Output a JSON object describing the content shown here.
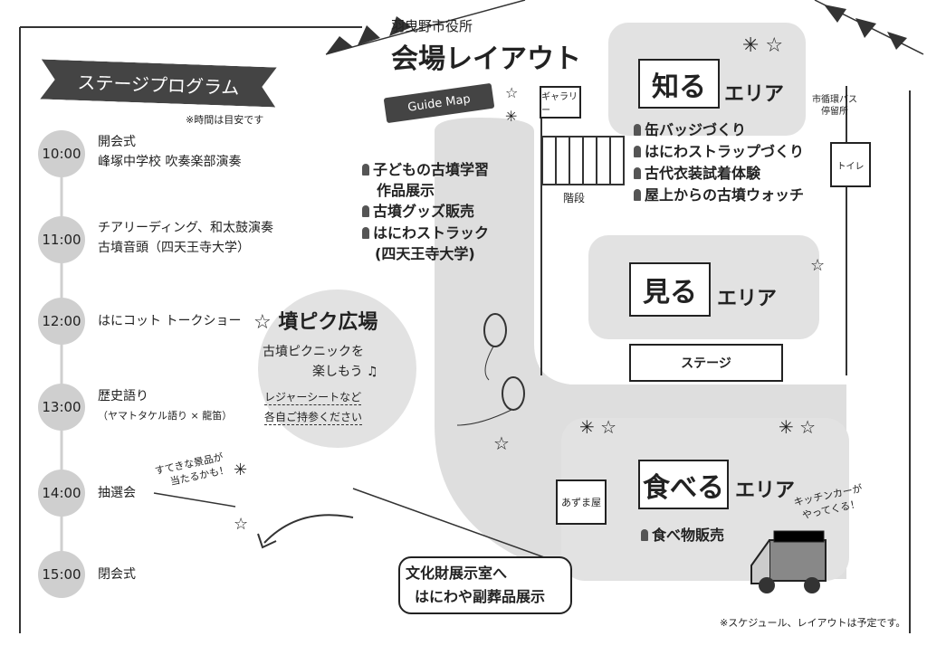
{
  "header": {
    "org": "羽曳野市役所",
    "title": "会場レイアウト",
    "guide_map": "Guide Map"
  },
  "program": {
    "title": "ステージプログラム",
    "note": "※時間は目安です",
    "items": [
      {
        "time": "10:00",
        "lines": [
          "開会式",
          "峰塚中学校 吹奏楽部演奏"
        ]
      },
      {
        "time": "11:00",
        "lines": [
          "チアリーディング、和太鼓演奏",
          "古墳音頭（四天王寺大学）"
        ]
      },
      {
        "time": "12:00",
        "lines": [
          "はにコット トークショー"
        ]
      },
      {
        "time": "13:00",
        "lines": [
          "歴史語り",
          "（ヤマトタケル語り × 龍笛）"
        ]
      },
      {
        "time": "14:00",
        "lines": [
          "抽選会"
        ]
      },
      {
        "time": "15:00",
        "lines": [
          "閉会式"
        ]
      }
    ]
  },
  "prize_note": [
    "すてきな景品が",
    "当たるかも！"
  ],
  "path_items": [
    "子どもの古墳学習",
    "作品展示",
    "古墳グッズ販売",
    "はにわストラック",
    "(四天王寺大学)"
  ],
  "picnic": {
    "title": "墳ピク広場",
    "line1": "古墳ピクニックを",
    "line2": "楽しもう",
    "note1": "レジャーシートなど",
    "note2": "各自ご持参ください"
  },
  "shiru": {
    "name": "知る",
    "suffix": "エリア",
    "items": [
      "缶バッジづくり",
      "はにわストラップづくり",
      "古代衣装試着体験",
      "屋上からの古墳ウォッチ"
    ]
  },
  "miru": {
    "name": "見る",
    "suffix": "エリア"
  },
  "taberu": {
    "name": "食べる",
    "suffix": "エリア",
    "items": [
      "食べ物販売"
    ]
  },
  "places": {
    "gallery": "ギャラリー",
    "stairs": "階段",
    "bus": [
      "市循環バス",
      "停留所"
    ],
    "toilet": "トイレ",
    "stage": "ステージ",
    "azumaya": "あずま屋"
  },
  "kitchen": [
    "キッチンカーが",
    "やってくる！"
  ],
  "exhibit": [
    "文化財展示室へ",
    "はにわや副葬品展示"
  ],
  "footer": "※スケジュール、レイアウトは予定です。"
}
